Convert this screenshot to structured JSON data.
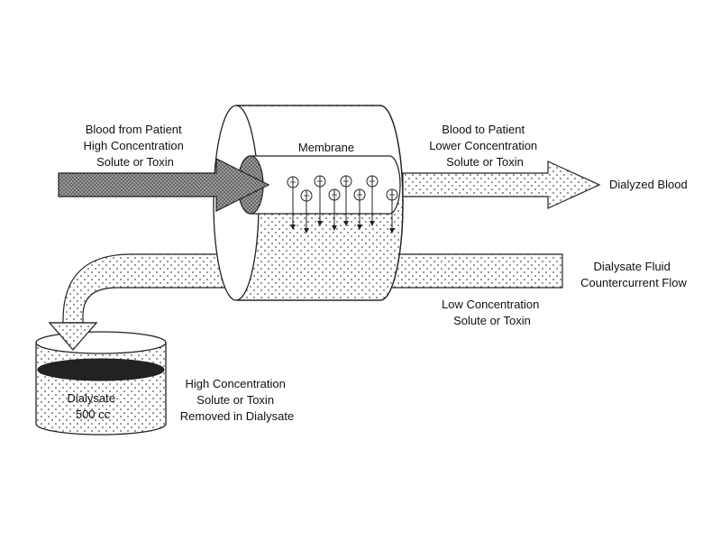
{
  "labels": {
    "blood_from_patient": [
      "Blood from Patient",
      "High Concentration",
      "Solute or Toxin"
    ],
    "membrane": "Membrane",
    "blood_to_patient": [
      "Blood to Patient",
      "Lower  Concentration",
      "Solute or Toxin"
    ],
    "dialyzed_blood": "Dialyzed Blood",
    "dialysate_fluid": [
      "Dialysate Fluid",
      "Countercurrent Flow"
    ],
    "low_concentration": [
      "Low  Concentration",
      "Solute or Toxin"
    ],
    "dialysate_container": [
      "Dialysate",
      "500 cc"
    ],
    "high_concentration_removed": [
      "High Concentration",
      "Solute or Toxin",
      "Removed in Dialysate"
    ]
  },
  "colors": {
    "stroke": "#222222",
    "dark_fill": "#222222",
    "stipple_background": "#ffffff",
    "stipple_dot": "#444444",
    "heavy_stipple_background": "#9a9a9a",
    "heavy_stipple_dot": "#2a2a2a"
  }
}
